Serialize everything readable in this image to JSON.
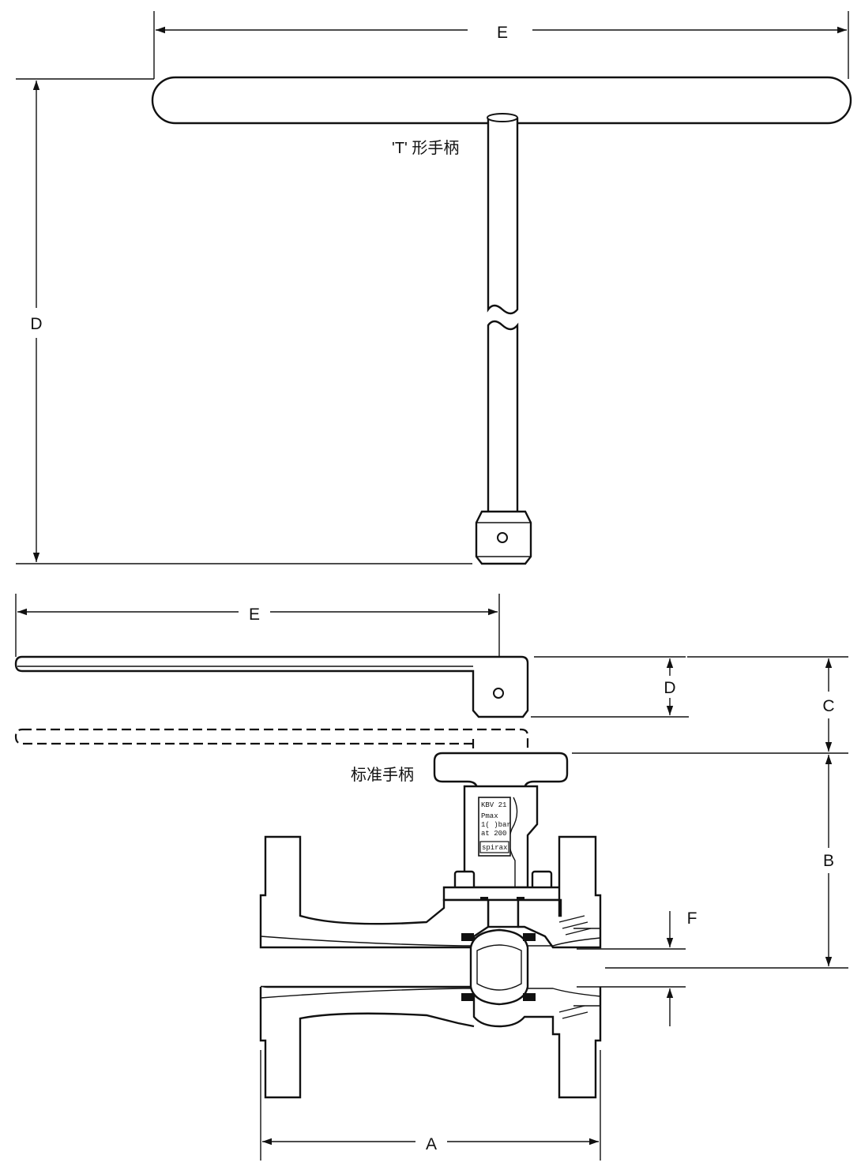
{
  "labels": {
    "t_handle": "'T' 形手柄",
    "standard_handle": "标准手柄"
  },
  "dimensions": {
    "top_width": "E",
    "top_height": "D",
    "lever_width": "E",
    "lever_socket": "D",
    "lever_clearance": "C",
    "handle_height": "B",
    "bore": "F",
    "face_to_face": "A"
  },
  "nameplate": {
    "line1": "KBV 21",
    "line2": "Pmax",
    "line3": "1( )bar",
    "line4": "at 200",
    "line5": "spirax"
  }
}
